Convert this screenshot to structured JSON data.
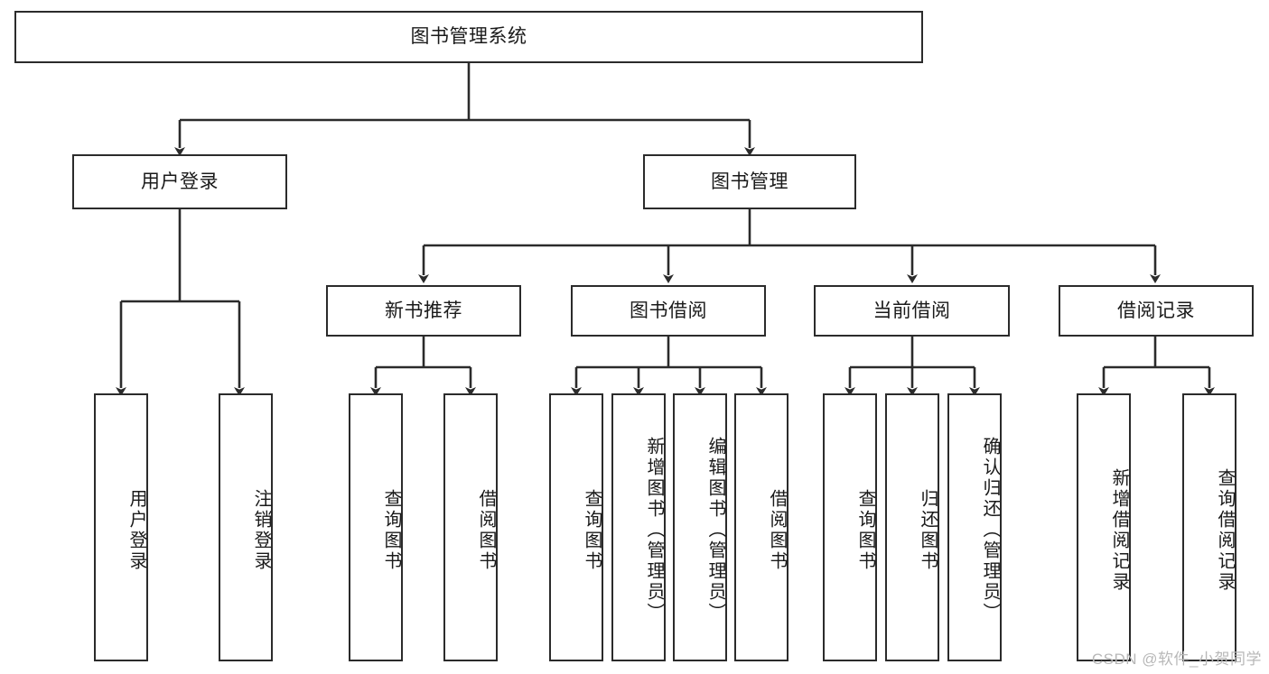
{
  "diagram": {
    "type": "tree-hierarchy-diagram",
    "title": "图书管理系统",
    "line_color": "#2b2b2b",
    "box_fill": "#ffffff",
    "text_color": "#1a1a1a"
  },
  "root": {
    "label": "图书管理系统"
  },
  "level2": [
    {
      "label": "用户登录"
    },
    {
      "label": "图书管理"
    }
  ],
  "level3": [
    {
      "label": "新书推荐"
    },
    {
      "label": "图书借阅"
    },
    {
      "label": "当前借阅"
    },
    {
      "label": "借阅记录"
    }
  ],
  "leaves": {
    "user_login": [
      {
        "label": "用户登录"
      },
      {
        "label": "注销登录"
      }
    ],
    "new_book_recommend": [
      {
        "label": "查询图书"
      },
      {
        "label": "借阅图书"
      }
    ],
    "book_borrow": [
      {
        "label": "查询图书"
      },
      {
        "label": "新增图书（管理员）"
      },
      {
        "label": "编辑图书（管理员）"
      },
      {
        "label": "借阅图书"
      }
    ],
    "current_borrow": [
      {
        "label": "查询图书"
      },
      {
        "label": "归还图书"
      },
      {
        "label": "确认归还（管理员）"
      }
    ],
    "borrow_record": [
      {
        "label": "新增借阅记录"
      },
      {
        "label": "查询借阅记录"
      }
    ]
  },
  "watermark": {
    "text": "CSDN @软件_小贺同学"
  }
}
